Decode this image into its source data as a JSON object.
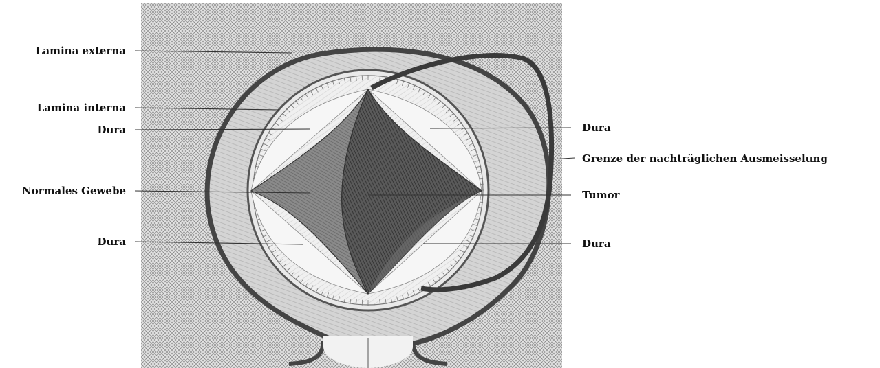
{
  "labels": {
    "lamina_externa": "Lamina externa",
    "lamina_interna": "Lamina interna",
    "dura_left_upper": "Dura",
    "normales_gewebe": "Normales Gewebe",
    "dura_left_lower": "Dura",
    "dura_right_upper": "Dura",
    "grenze": "Grenze der nachträglichen Ausmeisselung",
    "tumor": "Tumor",
    "dura_right_lower": "Dura"
  },
  "colors": {
    "background": "#ffffff",
    "crosshatch": "#9a9a9a",
    "bone_fill": "#d2d2d2",
    "bone_edge": "#444444",
    "tumor_dark": "#4a4a4a",
    "tumor_light": "#7a7a7a",
    "normal_tissue": "#8a8a8a",
    "dura_fill": "#ededed"
  }
}
